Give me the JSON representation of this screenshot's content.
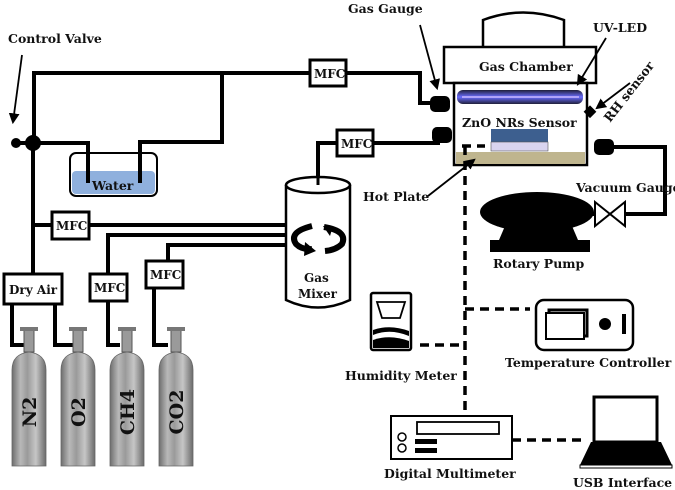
{
  "diagram": {
    "type": "gas sensing experimental setup",
    "labels": {
      "control_valve": "Control Valve",
      "gas_gauge": "Gas Gauge",
      "uv_led": "UV-LED",
      "rh_sensor": "RH sensor",
      "gas_chamber": "Gas Chamber",
      "sensor": "ZnO NRs Sensor",
      "hot_plate": "Hot Plate",
      "vacuum_gauge": "Vacuum Gauge",
      "rotary_pump": "Rotary Pump",
      "water": "Water",
      "gas_mixer_line1": "Gas",
      "gas_mixer_line2": "Mixer",
      "dry_air": "Dry Air",
      "humidity_meter": "Humidity Meter",
      "temperature_controller": "Temperature Controller",
      "digital_multimeter": "Digital Multimeter",
      "usb_interface": "USB Interface"
    },
    "mfc_label": "MFC",
    "cylinders": [
      {
        "name": "cylinder-n2",
        "label": "N2"
      },
      {
        "name": "cylinder-o2",
        "label": "O2"
      },
      {
        "name": "cylinder-ch4",
        "label": "CH4"
      },
      {
        "name": "cylinder-co2",
        "label": "CO2"
      }
    ],
    "colors": {
      "line": "#000000",
      "water": "#8fb0dd",
      "hot_plate": "#bfb58e",
      "sensor_top": "#3d5f8f",
      "sensor_bottom": "#d9d4ef",
      "uv_glow": "#5a5cf0",
      "cylinder": "#8c8c8c"
    }
  }
}
